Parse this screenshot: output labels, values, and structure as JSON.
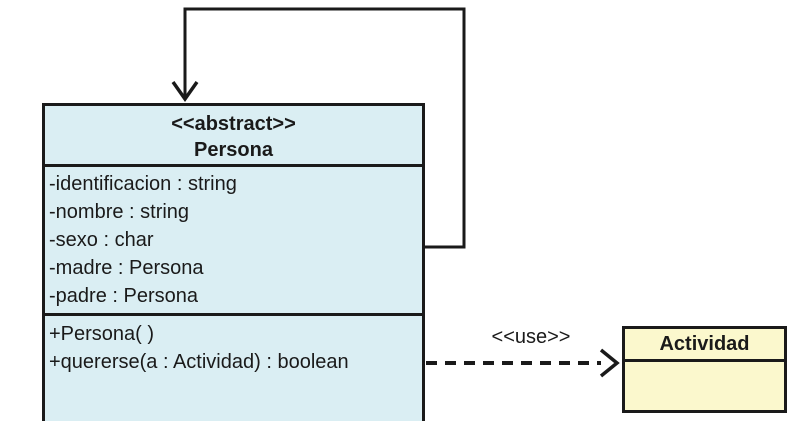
{
  "persona": {
    "stereotype": "<<abstract>>",
    "name": "Persona",
    "attributes": [
      "-identificacion : string",
      "-nombre : string",
      "-sexo : char",
      "-madre : Persona",
      "-padre : Persona"
    ],
    "methods": [
      "+Persona( )",
      "+quererse(a : Actividad) : boolean"
    ]
  },
  "actividad": {
    "name": "Actividad"
  },
  "dependency_label": "<<use>>",
  "colors": {
    "line": "#1a1a1a",
    "persona_fill": "#daeef3",
    "actividad_fill": "#fbf8cd"
  }
}
